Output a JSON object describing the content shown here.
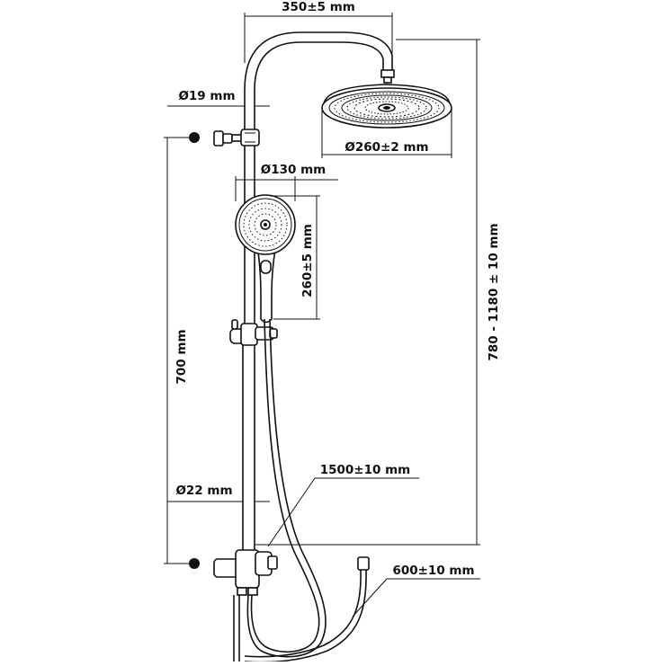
{
  "dimensions": {
    "arm_reach": "350±5 mm",
    "pipe_diameter_top": "Ø19 mm",
    "head_diameter": "Ø260±2 mm",
    "hand_diameter": "Ø130 mm",
    "hand_length": "260±5 mm",
    "total_height": "780 - 1180 ± 10 mm",
    "bracket_spacing": "700 mm",
    "hose_length": "1500±10 mm",
    "pipe_diameter_bottom": "Ø22 mm",
    "inlet_length": "600±10 mm"
  }
}
